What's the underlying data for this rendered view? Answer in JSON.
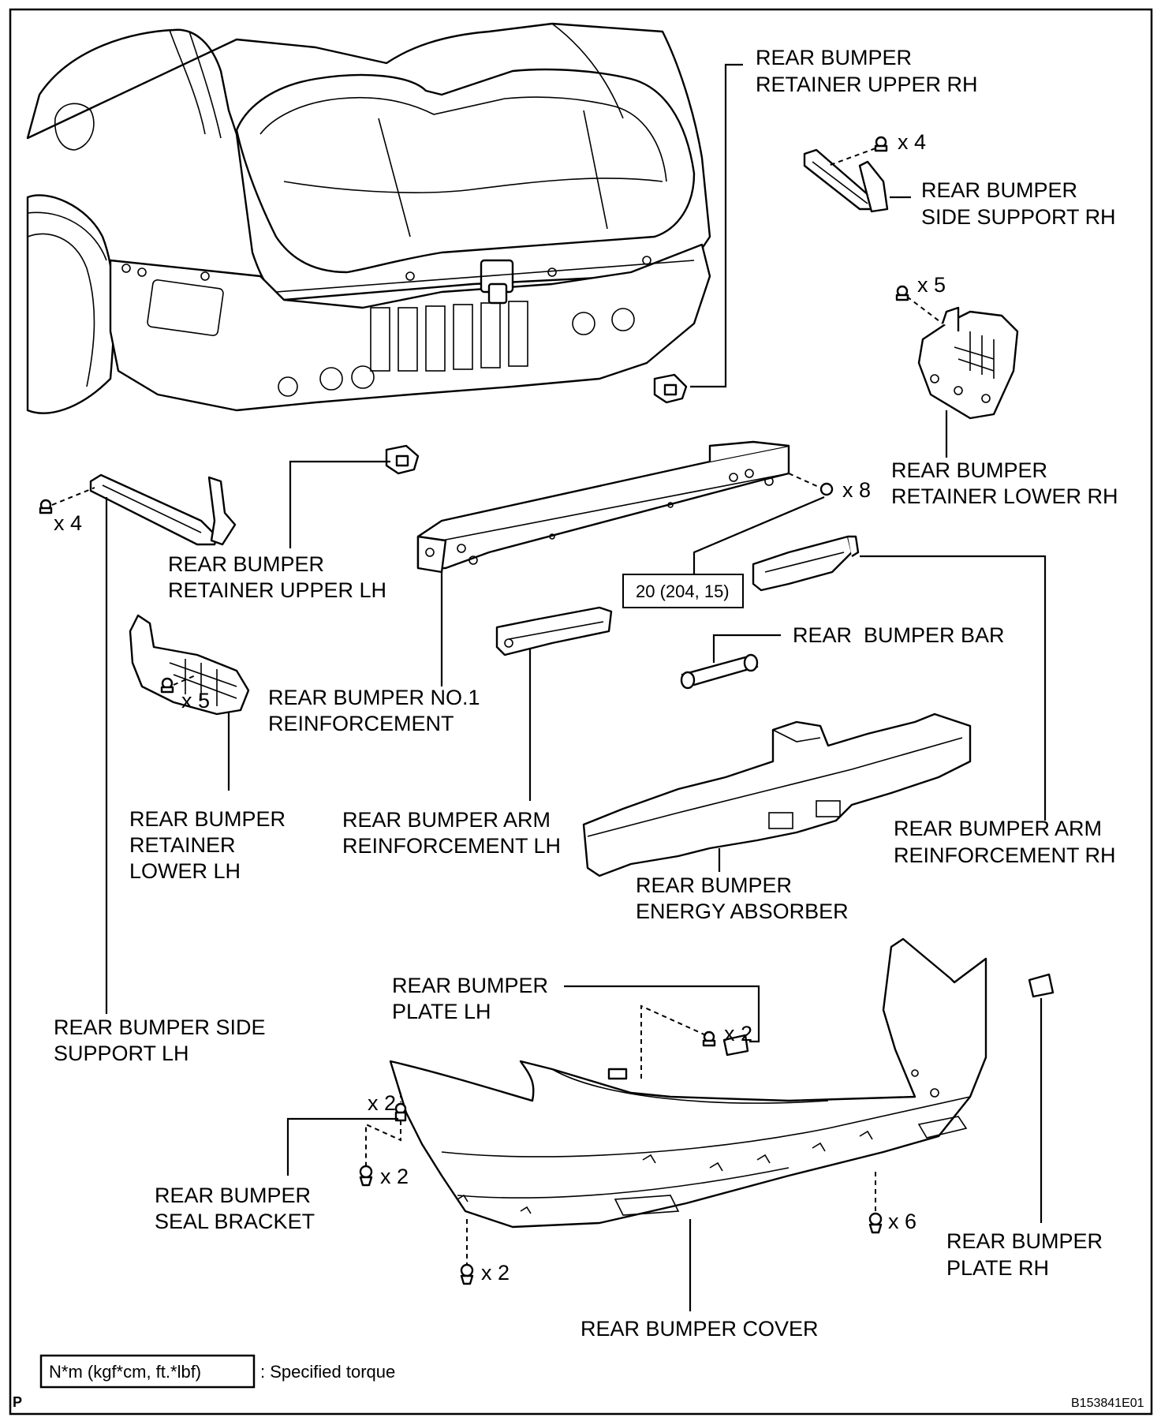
{
  "labels": {
    "retainer_upper_rh": [
      "REAR BUMPER",
      "RETAINER UPPER RH"
    ],
    "side_support_rh": [
      "REAR BUMPER",
      "SIDE SUPPORT RH"
    ],
    "retainer_lower_rh": [
      "REAR BUMPER",
      "RETAINER LOWER RH"
    ],
    "retainer_upper_lh": [
      "REAR BUMPER",
      "RETAINER UPPER LH"
    ],
    "no1_reinforcement": [
      "REAR BUMPER NO.1",
      "REINFORCEMENT"
    ],
    "bumper_bar": [
      "REAR  BUMPER BAR"
    ],
    "retainer_lower_lh": [
      "REAR BUMPER",
      "RETAINER",
      "LOWER LH"
    ],
    "arm_reinforcement_lh": [
      "REAR BUMPER ARM",
      "REINFORCEMENT LH"
    ],
    "arm_reinforcement_rh": [
      "REAR BUMPER ARM",
      "REINFORCEMENT RH"
    ],
    "energy_absorber": [
      "REAR BUMPER",
      "ENERGY ABSORBER"
    ],
    "plate_lh": [
      "REAR BUMPER",
      "PLATE LH"
    ],
    "side_support_lh": [
      "REAR BUMPER SIDE",
      "SUPPORT LH"
    ],
    "seal_bracket": [
      "REAR BUMPER",
      "SEAL BRACKET"
    ],
    "plate_rh": [
      "REAR BUMPER",
      "PLATE RH"
    ],
    "bumper_cover": [
      "REAR BUMPER COVER"
    ]
  },
  "fastener_counts": {
    "side_support_rh": "x 4",
    "retainer_lower_rh": "x 5",
    "reinforcement_bolts": "x 8",
    "side_support_lh": "x 4",
    "retainer_lower_lh": "x 5",
    "plate_lh": "x 2",
    "seal_bracket_upper": "x 2",
    "seal_bracket_lower": "x 2",
    "cover_bottom_right": "x 6",
    "cover_bottom_left": "x 2"
  },
  "torque_spec": "20 (204, 15)",
  "legend": {
    "box": "N*m (kgf*cm, ft.*lbf)",
    "text": ": Specified torque"
  },
  "footer": {
    "corner_mark": "P",
    "figure_id": "B153841E01"
  }
}
